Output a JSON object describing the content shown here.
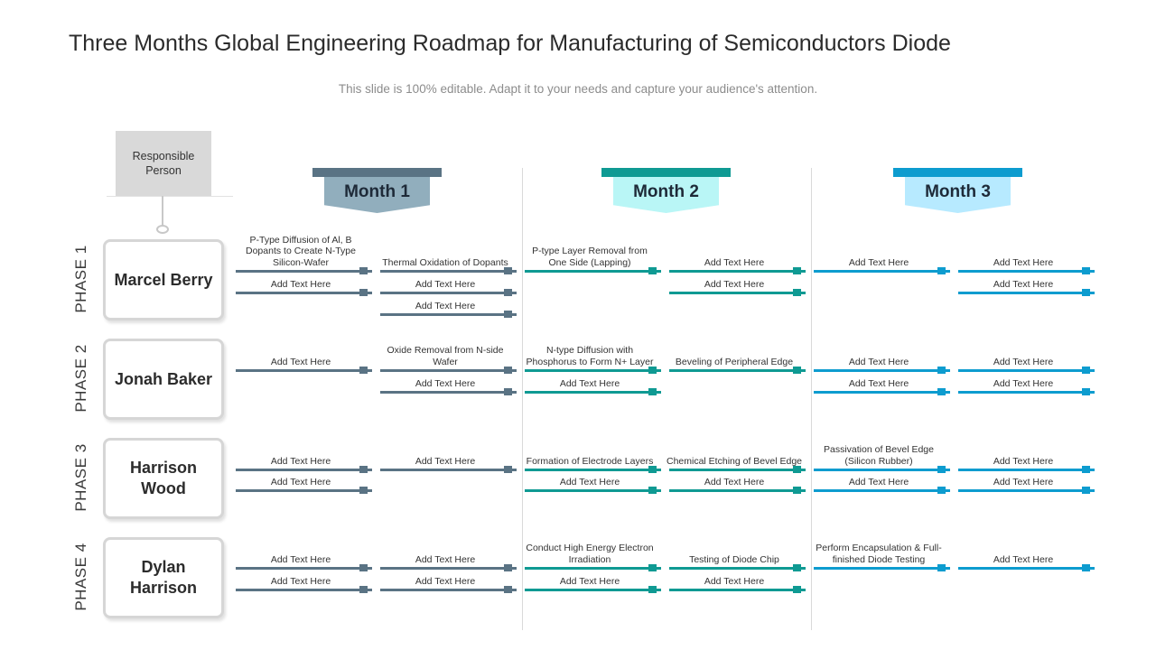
{
  "title": "Three Months Global Engineering Roadmap for Manufacturing of Semiconductors Diode",
  "subtitle": "This slide is 100% editable. Adapt it to your needs and capture your audience's attention.",
  "responsible_label": "Responsible Person",
  "colors": {
    "month1": "#5a7384",
    "month1_light": "#91aebd",
    "month2": "#0f9a93",
    "month2_light": "#b9f6f6",
    "month3": "#0d9ccf",
    "month3_light": "#b7eaff"
  },
  "months": [
    {
      "label": "Month 1"
    },
    {
      "label": "Month 2"
    },
    {
      "label": "Month 3"
    }
  ],
  "phases": [
    {
      "phase": "PHASE 1",
      "person": "Marcel Berry",
      "columns": [
        [
          "P-Type Diffusion of Al, B Dopants to Create N-Type Silicon-Wafer",
          "Add Text Here"
        ],
        [
          "Thermal Oxidation of Dopants",
          "Add Text Here",
          "Add Text Here"
        ],
        [
          "P-type Layer Removal from One Side (Lapping)"
        ],
        [
          "Add Text Here",
          "Add Text Here"
        ],
        [
          "Add Text Here"
        ],
        [
          "Add Text Here",
          "Add Text Here"
        ]
      ]
    },
    {
      "phase": "PHASE 2",
      "person": "Jonah Baker",
      "columns": [
        [
          "Add Text Here"
        ],
        [
          "Oxide Removal from N-side Wafer",
          "Add Text Here"
        ],
        [
          "N-type Diffusion with Phosphorus to Form N+ Layer",
          "Add Text Here"
        ],
        [
          "Beveling of Peripheral Edge"
        ],
        [
          "Add Text Here",
          "Add Text Here"
        ],
        [
          "Add Text Here",
          "Add Text Here"
        ]
      ]
    },
    {
      "phase": "PHASE 3",
      "person": "Harrison Wood",
      "columns": [
        [
          "Add Text Here",
          "Add Text Here"
        ],
        [
          "Add Text Here"
        ],
        [
          "Formation of Electrode Layers",
          "Add Text Here"
        ],
        [
          "Chemical Etching of Bevel Edge",
          "Add Text Here"
        ],
        [
          "Passivation of Bevel Edge (Silicon Rubber)",
          "Add Text Here"
        ],
        [
          "Add Text Here",
          "Add Text Here"
        ]
      ]
    },
    {
      "phase": "PHASE 4",
      "person": "Dylan Harrison",
      "columns": [
        [
          "Add Text Here",
          "Add Text Here"
        ],
        [
          "Add Text Here",
          "Add Text Here"
        ],
        [
          "Conduct High Energy Electron Irradiation",
          "Add Text Here"
        ],
        [
          "Testing of Diode Chip",
          "Add Text Here"
        ],
        [
          "Perform Encapsulation & Full-finished Diode Testing"
        ],
        [
          "Add Text Here"
        ]
      ]
    }
  ]
}
